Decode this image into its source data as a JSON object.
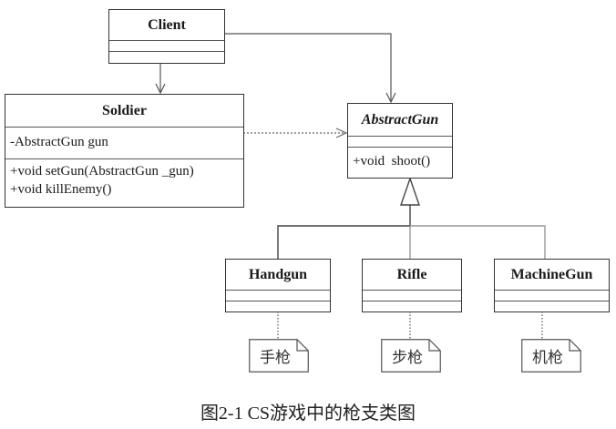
{
  "diagram": {
    "type": "uml-class-diagram",
    "classes": {
      "client": {
        "name": "Client",
        "attributes": [],
        "methods": []
      },
      "soldier": {
        "name": "Soldier",
        "attributes": [
          "-AbstractGun gun"
        ],
        "methods": [
          "+void setGun(AbstractGun _gun)",
          "+void killEnemy()"
        ]
      },
      "abstract_gun": {
        "name": "AbstractGun",
        "abstract": true,
        "attributes": [],
        "methods": [
          "+void  shoot()"
        ]
      },
      "handgun": {
        "name": "Handgun",
        "attributes": [],
        "methods": []
      },
      "rifle": {
        "name": "Rifle",
        "attributes": [],
        "methods": []
      },
      "machine_gun": {
        "name": "MachineGun",
        "attributes": [],
        "methods": []
      }
    },
    "notes": {
      "handgun": "手枪",
      "rifle": "步枪",
      "machine_gun": "机枪"
    },
    "relationships": [
      {
        "from": "Client",
        "to": "Soldier",
        "kind": "association"
      },
      {
        "from": "Client",
        "to": "AbstractGun",
        "kind": "association"
      },
      {
        "from": "Soldier",
        "to": "AbstractGun",
        "kind": "dependency"
      },
      {
        "from": "Handgun",
        "to": "AbstractGun",
        "kind": "generalization"
      },
      {
        "from": "Rifle",
        "to": "AbstractGun",
        "kind": "generalization"
      },
      {
        "from": "MachineGun",
        "to": "AbstractGun",
        "kind": "generalization"
      }
    ],
    "caption": "图2-1 CS游戏中的枪支类图"
  }
}
